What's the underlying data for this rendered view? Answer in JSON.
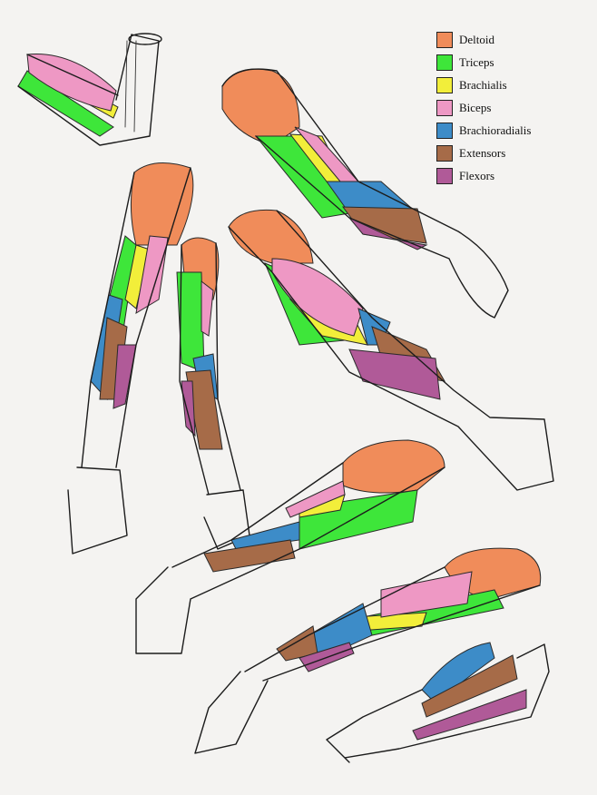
{
  "legend": [
    {
      "label": "Deltoid",
      "color": "#f08c5a"
    },
    {
      "label": "Triceps",
      "color": "#3ee63a"
    },
    {
      "label": "Brachialis",
      "color": "#f2ee3a"
    },
    {
      "label": "Biceps",
      "color": "#ee98c4"
    },
    {
      "label": "Brachioradialis",
      "color": "#3d8cc8"
    },
    {
      "label": "Extensors",
      "color": "#a66b48"
    },
    {
      "label": "Flexors",
      "color": "#b05a98"
    }
  ],
  "colors": {
    "background": "#f4f3f1",
    "ink": "#1c1c1c"
  }
}
